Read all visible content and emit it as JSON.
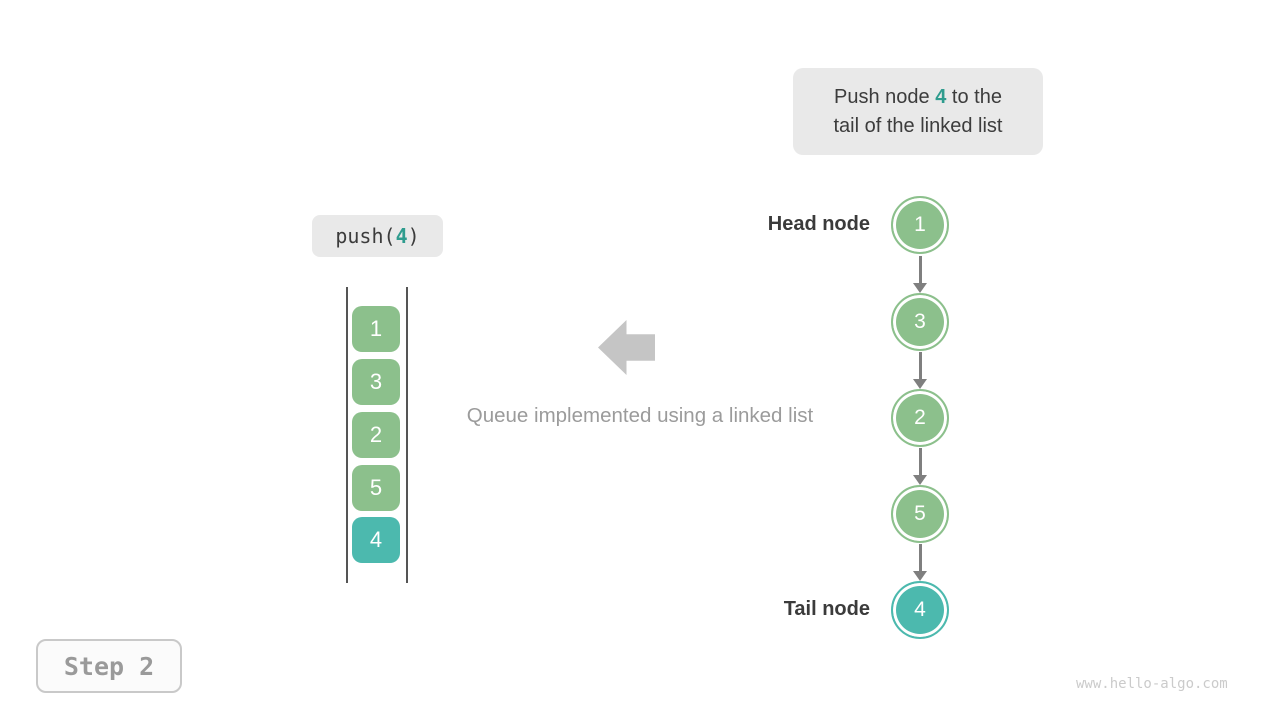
{
  "palette": {
    "green": "#8CC08C",
    "teal": "#4CB9AE",
    "teal_text": "#2F9C8E",
    "box_bg": "#E9E9E9",
    "dark_text": "#3C3C3C",
    "label_text": "#3B3B3B",
    "caption_gray": "#9B9B9B",
    "big_arrow_gray": "#C5C5C5",
    "node_arrow_gray": "#7F7F7F",
    "wall_gray": "#555555",
    "step_text": "#9A9A9A",
    "step_border": "#C9C9C9",
    "step_bg": "#FBFBFB",
    "watermark_gray": "#CBCBCB"
  },
  "tooltip": {
    "part1": "Push node ",
    "highlight": "4",
    "part2": " to the",
    "line2": "tail of the linked list"
  },
  "push_call": {
    "part1": "push(",
    "arg": "4",
    "part2": ")"
  },
  "queue_stack": {
    "items": [
      {
        "value": "1",
        "variant": "green"
      },
      {
        "value": "3",
        "variant": "green"
      },
      {
        "value": "2",
        "variant": "green"
      },
      {
        "value": "5",
        "variant": "green"
      },
      {
        "value": "4",
        "variant": "teal"
      }
    ]
  },
  "big_arrow": {
    "icon": "left-block-arrow-icon"
  },
  "caption": "Queue implemented using a linked list",
  "linked_list": {
    "head_label": "Head node",
    "tail_label": "Tail node",
    "nodes": [
      {
        "value": "1",
        "variant": "green"
      },
      {
        "value": "3",
        "variant": "green"
      },
      {
        "value": "2",
        "variant": "green"
      },
      {
        "value": "5",
        "variant": "green"
      },
      {
        "value": "4",
        "variant": "teal"
      }
    ]
  },
  "step_badge": "Step 2",
  "watermark": "www.hello-algo.com"
}
